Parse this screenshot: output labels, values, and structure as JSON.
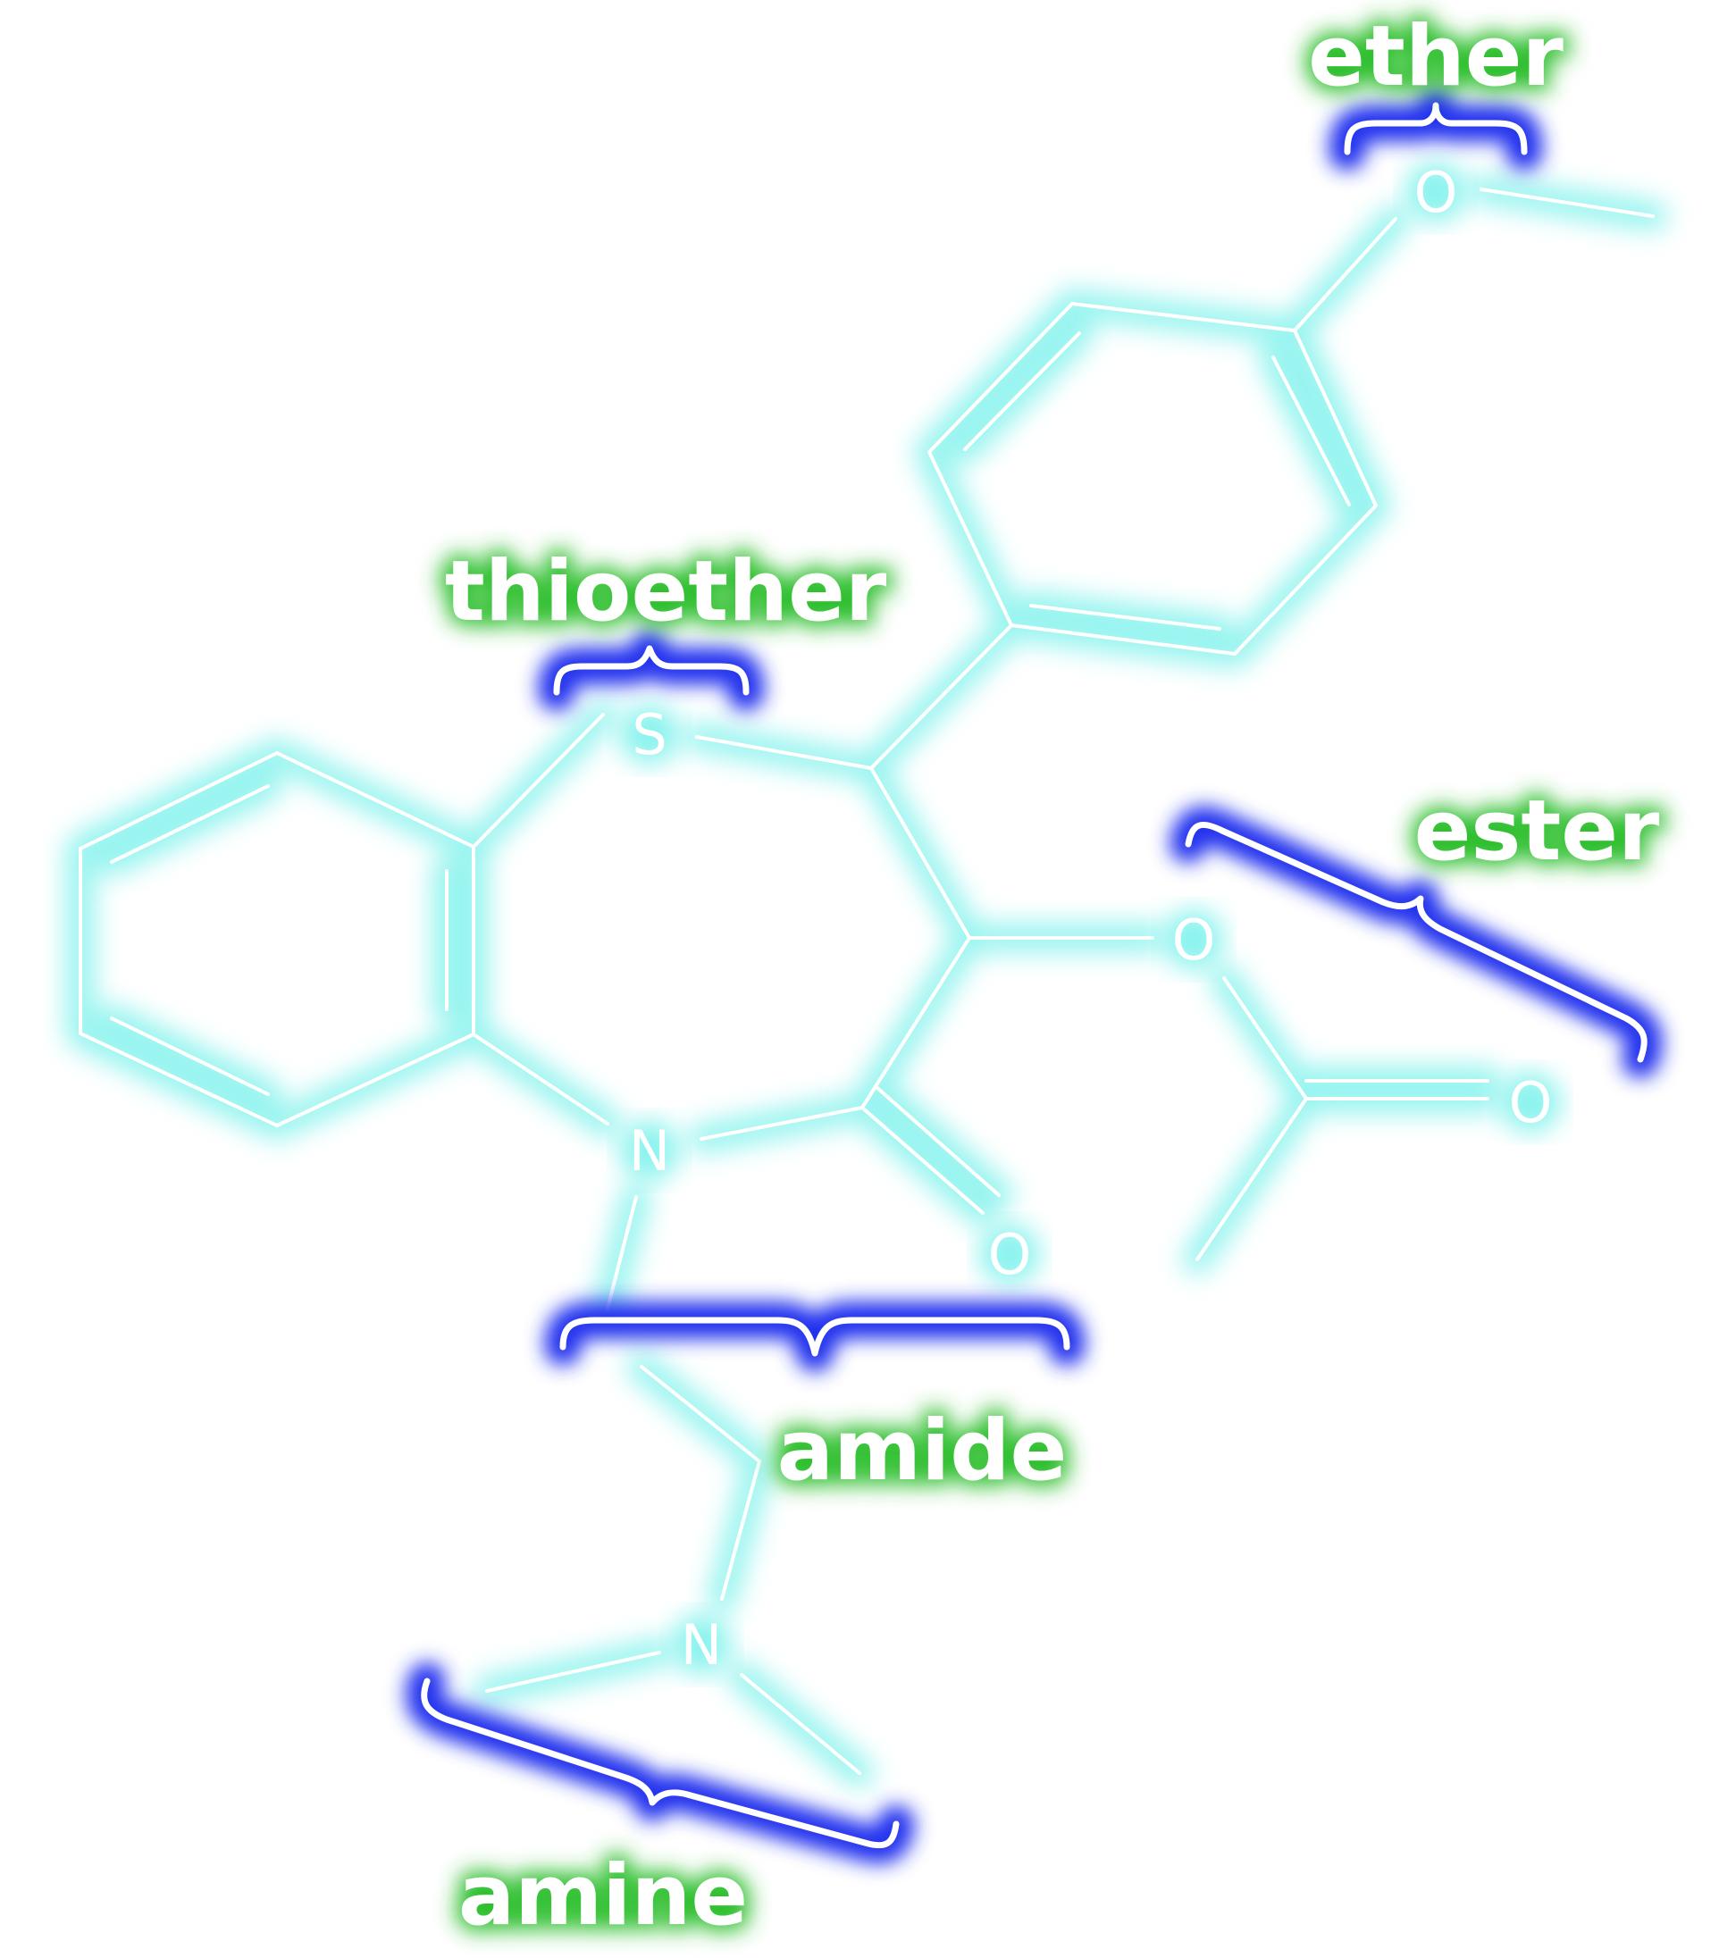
{
  "colors": {
    "background": "#ffffff",
    "bond_line": "#ffffff",
    "bond_glow": "#7ff2ec",
    "brace_glow": "#2233ee",
    "label_glow": "#33cc33"
  },
  "atoms": {
    "ether_oxygen": "O",
    "thioether_sulfur": "S",
    "ester_oxygen": "O",
    "ester_carbonyl_oxygen": "O",
    "ring_nitrogen": "N",
    "amide_oxygen": "O",
    "amine_nitrogen": "N"
  },
  "groups": {
    "ether": "ether",
    "thioether": "thioether",
    "ester": "ester",
    "amide": "amide",
    "amine": "amine"
  }
}
